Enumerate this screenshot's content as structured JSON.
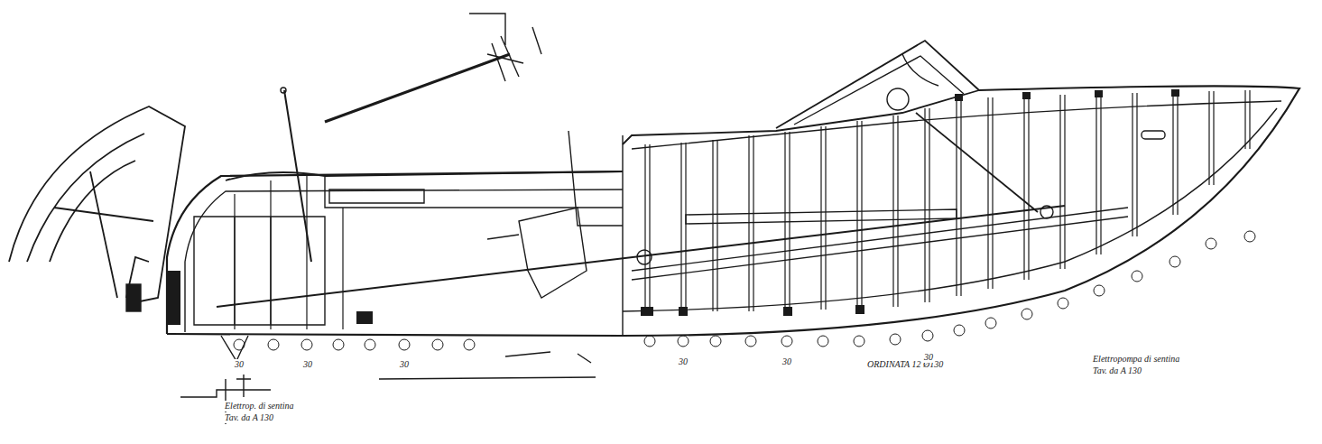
{
  "diagram": {
    "labels": [
      "Elettropompa di sentina",
      "Tav. da A 130",
      "Elettrop. di sentina",
      "Tav. da A 130",
      "ORDINATA 12 Ø130",
      "30",
      "30",
      "30",
      "30",
      "30",
      "30"
    ]
  }
}
